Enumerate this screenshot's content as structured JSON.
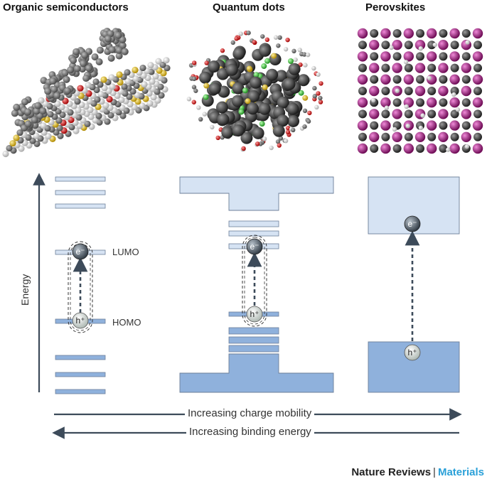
{
  "titles": {
    "organic": "Organic semiconductors",
    "quantum": "Quantum dots",
    "perovskites": "Perovskites"
  },
  "labels": {
    "lumo": "LUMO",
    "homo": "HOMO",
    "energy": "Energy",
    "electron": "e⁻",
    "hole": "h⁺"
  },
  "arrows": {
    "mobility": "Increasing charge mobility",
    "binding": "Increasing binding energy"
  },
  "branding": {
    "journal": "Nature Reviews",
    "separator": "|",
    "section": "Materials"
  },
  "colors": {
    "light_band": "#d6e3f3",
    "dark_band": "#8fb1dc",
    "band_stroke": "#6d7f99",
    "arrow": "#3d4b5a",
    "accent": "#2aa0d8",
    "magenta": "#b0208a",
    "carbon": "#3a3a3a"
  }
}
